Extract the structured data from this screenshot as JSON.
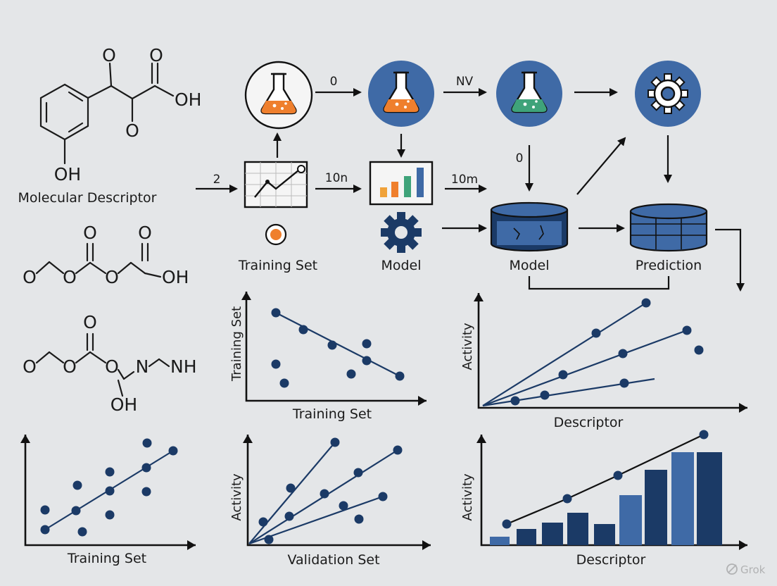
{
  "colors": {
    "background": "#e4e6e8",
    "navy": "#1b3a66",
    "blue_circle": "#3f6aa6",
    "orange": "#ef7f2d",
    "green": "#3fa37a"
  },
  "molecules": {
    "m1": {
      "o_top_left": "O",
      "o_top_right": "O",
      "oh_right": "OH",
      "o_mid": "O",
      "oh_bottom": "OH",
      "caption": "Molecular Descriptor"
    },
    "m2": {
      "o1": "O",
      "o2": "O",
      "o3": "O",
      "o4": "O",
      "o5": "O",
      "oh": "OH"
    },
    "m3": {
      "o_top": "O",
      "o1": "O",
      "o2": "O",
      "o3": "O",
      "n": "N",
      "nh": "NH",
      "oh": "OH"
    }
  },
  "flow": {
    "edges": {
      "in_2": "2",
      "e_0_top": "0",
      "e_nv": "NV",
      "e_10n": "10n",
      "e_10m": "10m",
      "e_0_down": "0"
    },
    "nodes": {
      "training_set": "Training Set",
      "model_gear": "Model",
      "model_db": "Model",
      "prediction": "Prediction"
    },
    "icons": [
      "flask-icon",
      "line-chart-icon",
      "bar-chart-icon",
      "gear-icon",
      "database-icon",
      "table-db-icon",
      "target-icon"
    ]
  },
  "charts": {
    "c1": {
      "ylabel": "Training Set",
      "xlabel": "Training Set"
    },
    "c2": {
      "ylabel": "Activity",
      "xlabel": "Descriptor"
    },
    "c3": {
      "xlabel": "Training Set"
    },
    "c4": {
      "ylabel": "Activity",
      "xlabel": "Validation Set"
    },
    "c5": {
      "ylabel": "Activity",
      "xlabel": "Descriptor"
    }
  },
  "watermark": "Grok"
}
